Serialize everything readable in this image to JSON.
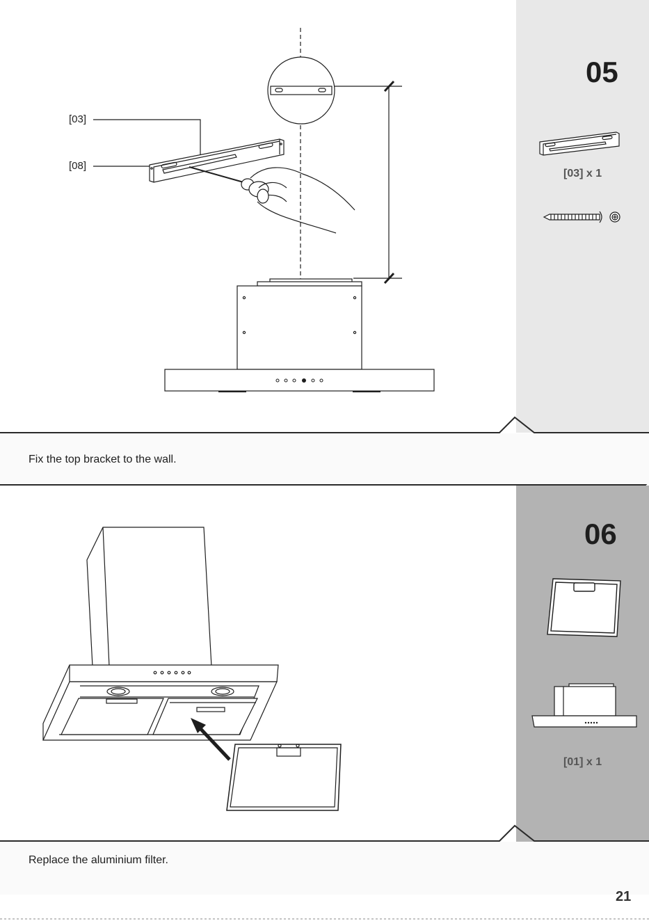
{
  "steps": [
    {
      "number": "05",
      "callouts": [
        "[03]",
        "[08]"
      ],
      "part_label": "[03] x 1",
      "caption": "Fix the top bracket to the wall."
    },
    {
      "number": "06",
      "part_label": "[01] x 1",
      "caption": "Replace the aluminium filter."
    }
  ],
  "page_number": "21",
  "colors": {
    "sidebar_step1": "#e8e8e8",
    "sidebar_step2": "#b3b3b3",
    "line": "#1e1e1e"
  }
}
